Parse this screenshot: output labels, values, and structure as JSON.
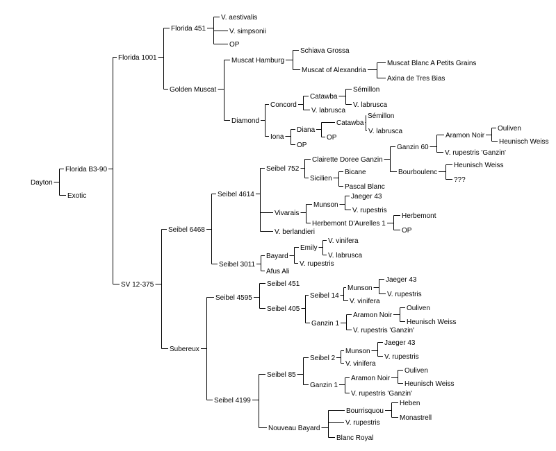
{
  "tree": {
    "label": "Dayton",
    "children": [
      {
        "label": "Florida B3-90",
        "children": [
          {
            "label": "Florida 1001",
            "children": [
              {
                "label": "Florida 451",
                "children": [
                  {
                    "label": "V. aestivalis"
                  },
                  {
                    "label": "V. simpsonii"
                  },
                  {
                    "label": "OP"
                  }
                ]
              },
              {
                "label": "Golden Muscat",
                "children": [
                  {
                    "label": "Muscat Hamburg",
                    "children": [
                      {
                        "label": "Schiava Grossa"
                      },
                      {
                        "label": "Muscat of Alexandria",
                        "children": [
                          {
                            "label": "Muscat Blanc A Petits Grains"
                          },
                          {
                            "label": "Axina de Tres Bias"
                          }
                        ]
                      }
                    ]
                  },
                  {
                    "label": "Diamond",
                    "children": [
                      {
                        "label": "Concord",
                        "children": [
                          {
                            "label": "Catawba",
                            "children": [
                              {
                                "label": "Sémillon"
                              },
                              {
                                "label": "V. labrusca"
                              }
                            ]
                          },
                          {
                            "label": "V. labrusca"
                          }
                        ]
                      },
                      {
                        "label": "Iona",
                        "children": [
                          {
                            "label": "Diana",
                            "children": [
                              {
                                "label": "Catawba",
                                "children": [
                                  {
                                    "label": "Sémillon"
                                  },
                                  {
                                    "label": "V. labrusca"
                                  }
                                ]
                              },
                              {
                                "label": "OP"
                              }
                            ]
                          },
                          {
                            "label": "OP"
                          }
                        ]
                      }
                    ]
                  }
                ]
              }
            ]
          },
          {
            "label": "SV 12-375",
            "children": [
              {
                "label": "Seibel 6468",
                "children": [
                  {
                    "label": "Seibel 4614",
                    "children": [
                      {
                        "label": "Seibel 752",
                        "children": [
                          {
                            "label": "Clairette Doree Ganzin",
                            "children": [
                              {
                                "label": "Ganzin 60",
                                "children": [
                                  {
                                    "label": "Aramon Noir",
                                    "children": [
                                      {
                                        "label": "Ouliven"
                                      },
                                      {
                                        "label": "Heunisch Weiss"
                                      }
                                    ]
                                  },
                                  {
                                    "label": "V. rupestris 'Ganzin'"
                                  }
                                ]
                              },
                              {
                                "label": "Bourboulenc",
                                "children": [
                                  {
                                    "label": "Heunisch Weiss"
                                  },
                                  {
                                    "label": "???"
                                  }
                                ]
                              }
                            ]
                          },
                          {
                            "label": "Sicilien",
                            "children": [
                              {
                                "label": "Bicane"
                              },
                              {
                                "label": "Pascal Blanc"
                              }
                            ]
                          }
                        ]
                      },
                      {
                        "label": "Vivarais",
                        "children": [
                          {
                            "label": "Munson",
                            "children": [
                              {
                                "label": "Jaeger 43"
                              },
                              {
                                "label": "V. rupestris"
                              }
                            ]
                          },
                          {
                            "label": "Herbemont D'Aurelles 1",
                            "children": [
                              {
                                "label": "Herbemont"
                              },
                              {
                                "label": "OP"
                              }
                            ]
                          }
                        ]
                      },
                      {
                        "label": "V. berlandieri"
                      }
                    ]
                  },
                  {
                    "label": "Seibel 3011",
                    "children": [
                      {
                        "label": "Bayard",
                        "children": [
                          {
                            "label": "Emily",
                            "children": [
                              {
                                "label": "V. vinifera"
                              },
                              {
                                "label": "V. labrusca"
                              }
                            ]
                          },
                          {
                            "label": "V. rupestris"
                          }
                        ]
                      },
                      {
                        "label": "Afus Ali"
                      }
                    ]
                  }
                ]
              },
              {
                "label": "Subereux",
                "children": [
                  {
                    "label": "Seibel 4595",
                    "children": [
                      {
                        "label": "Seibel 451"
                      },
                      {
                        "label": "Seibel 405",
                        "children": [
                          {
                            "label": "Seibel 14",
                            "children": [
                              {
                                "label": "Munson",
                                "children": [
                                  {
                                    "label": "Jaeger 43"
                                  },
                                  {
                                    "label": "V. rupestris"
                                  }
                                ]
                              },
                              {
                                "label": "V. vinifera"
                              }
                            ]
                          },
                          {
                            "label": "Ganzin 1",
                            "children": [
                              {
                                "label": "Aramon Noir",
                                "children": [
                                  {
                                    "label": "Ouliven"
                                  },
                                  {
                                    "label": "Heunisch Weiss"
                                  }
                                ]
                              },
                              {
                                "label": "V. rupestris 'Ganzin'"
                              }
                            ]
                          }
                        ]
                      }
                    ]
                  },
                  {
                    "label": "Seibel 4199",
                    "children": [
                      {
                        "label": "Seibel 85",
                        "children": [
                          {
                            "label": "Seibel 2",
                            "children": [
                              {
                                "label": "Munson",
                                "children": [
                                  {
                                    "label": "Jaeger 43"
                                  },
                                  {
                                    "label": "V. rupestris"
                                  }
                                ]
                              },
                              {
                                "label": "V. vinifera"
                              }
                            ]
                          },
                          {
                            "label": "Ganzin 1",
                            "children": [
                              {
                                "label": "Aramon Noir",
                                "children": [
                                  {
                                    "label": "Ouliven"
                                  },
                                  {
                                    "label": "Heunisch Weiss"
                                  }
                                ]
                              },
                              {
                                "label": "V. rupestris 'Ganzin'"
                              }
                            ]
                          }
                        ]
                      },
                      {
                        "label": "Nouveau Bayard",
                        "children": [
                          {
                            "label": "Bourrisquou",
                            "children": [
                              {
                                "label": "Heben"
                              },
                              {
                                "label": "Monastrell"
                              }
                            ]
                          },
                          {
                            "label": "V. rupestris"
                          },
                          {
                            "label": "Blanc Royal"
                          }
                        ]
                      }
                    ]
                  }
                ]
              }
            ]
          }
        ]
      },
      {
        "label": "Exotic"
      }
    ]
  }
}
